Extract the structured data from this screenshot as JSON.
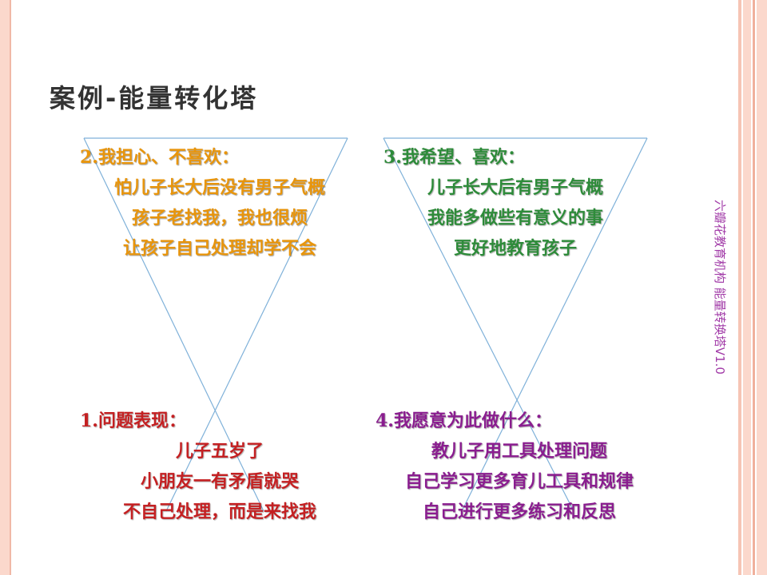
{
  "slide": {
    "title": "案例-能量转化塔",
    "side_text": "六瓣花教育机构    能量转换塔V1.0"
  },
  "quadrants": {
    "q2": {
      "heading": "2.我担心、不喜欢：",
      "lines": [
        "怕儿子长大后没有男子气概",
        "孩子老找我，我也很烦",
        "让孩子自己处理却学不会"
      ]
    },
    "q3": {
      "heading": "3.我希望、喜欢：",
      "lines": [
        "儿子长大后有男子气概",
        "我能多做些有意义的事",
        "更好地教育孩子"
      ]
    },
    "q1": {
      "heading": "1.问题表现：",
      "lines": [
        "儿子五岁了",
        "小朋友一有矛盾就哭",
        "不自己处理，而是来找我"
      ]
    },
    "q4": {
      "heading": "4.我愿意为此做什么：",
      "lines": [
        "教儿子用工具处理问题",
        "自己学习更多育儿工具和规律",
        "自己进行更多练习和反思"
      ]
    }
  },
  "colors": {
    "q1": "#c42022",
    "q2": "#e8950c",
    "q3": "#2e8b3a",
    "q4": "#8a1d8f",
    "lines": "#7fb1d9"
  }
}
